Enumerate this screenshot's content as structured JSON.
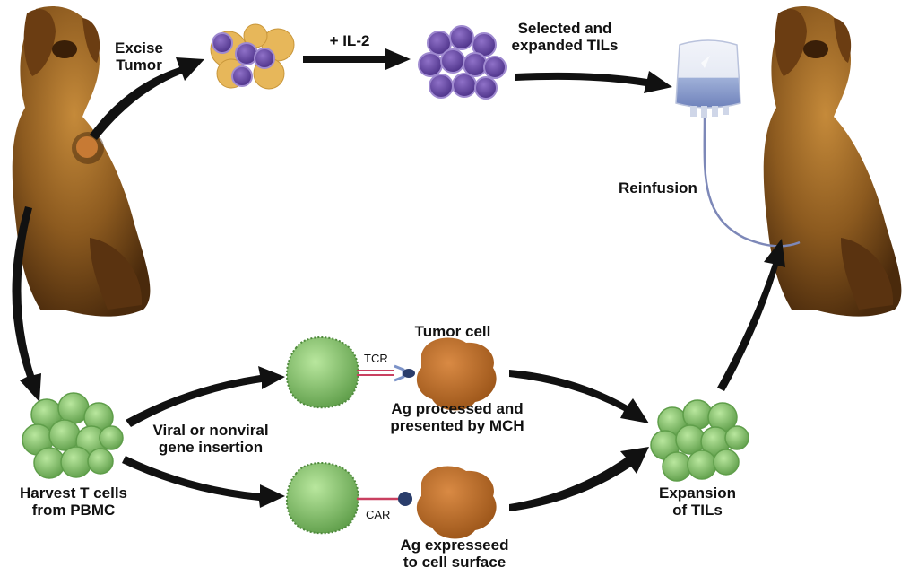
{
  "labels": {
    "excise_tumor": [
      "Excise",
      "Tumor"
    ],
    "il2": "+ IL-2",
    "selected_expanded": [
      "Selected and",
      "expanded TILs"
    ],
    "reinfusion": "Reinfusion",
    "tumor_cell": "Tumor cell",
    "tcr": "TCR",
    "car": "CAR",
    "ag_processed": [
      "Ag processed and",
      "presented by MCH"
    ],
    "gene_insertion": [
      "Viral or nonviral",
      "gene insertion"
    ],
    "harvest": [
      "Harvest T cells",
      "from PBMC"
    ],
    "expansion": [
      "Expansion",
      "of TILs"
    ],
    "ag_expressed": [
      "Ag expresseed",
      "to cell surface"
    ]
  },
  "colors": {
    "dog_dark": "#5a3310",
    "dog_mid": "#8c5a1f",
    "dog_light": "#c58a3a",
    "tumor_orange": "#b86a2a",
    "tumor_cell_fill": "#c96f2c",
    "purple_cell": "#6a4aa6",
    "purple_cell_ring": "#9f8ad0",
    "yellow_cell": "#e7b75a",
    "green_cell": "#8fcf72",
    "green_cell_dark": "#5f9e4a",
    "receptor_pink": "#c94060",
    "antigen_blue": "#2a3d6b",
    "bag_blue": "#8fa2cf",
    "tube": "#7d88b8",
    "arrow": "#111111"
  }
}
